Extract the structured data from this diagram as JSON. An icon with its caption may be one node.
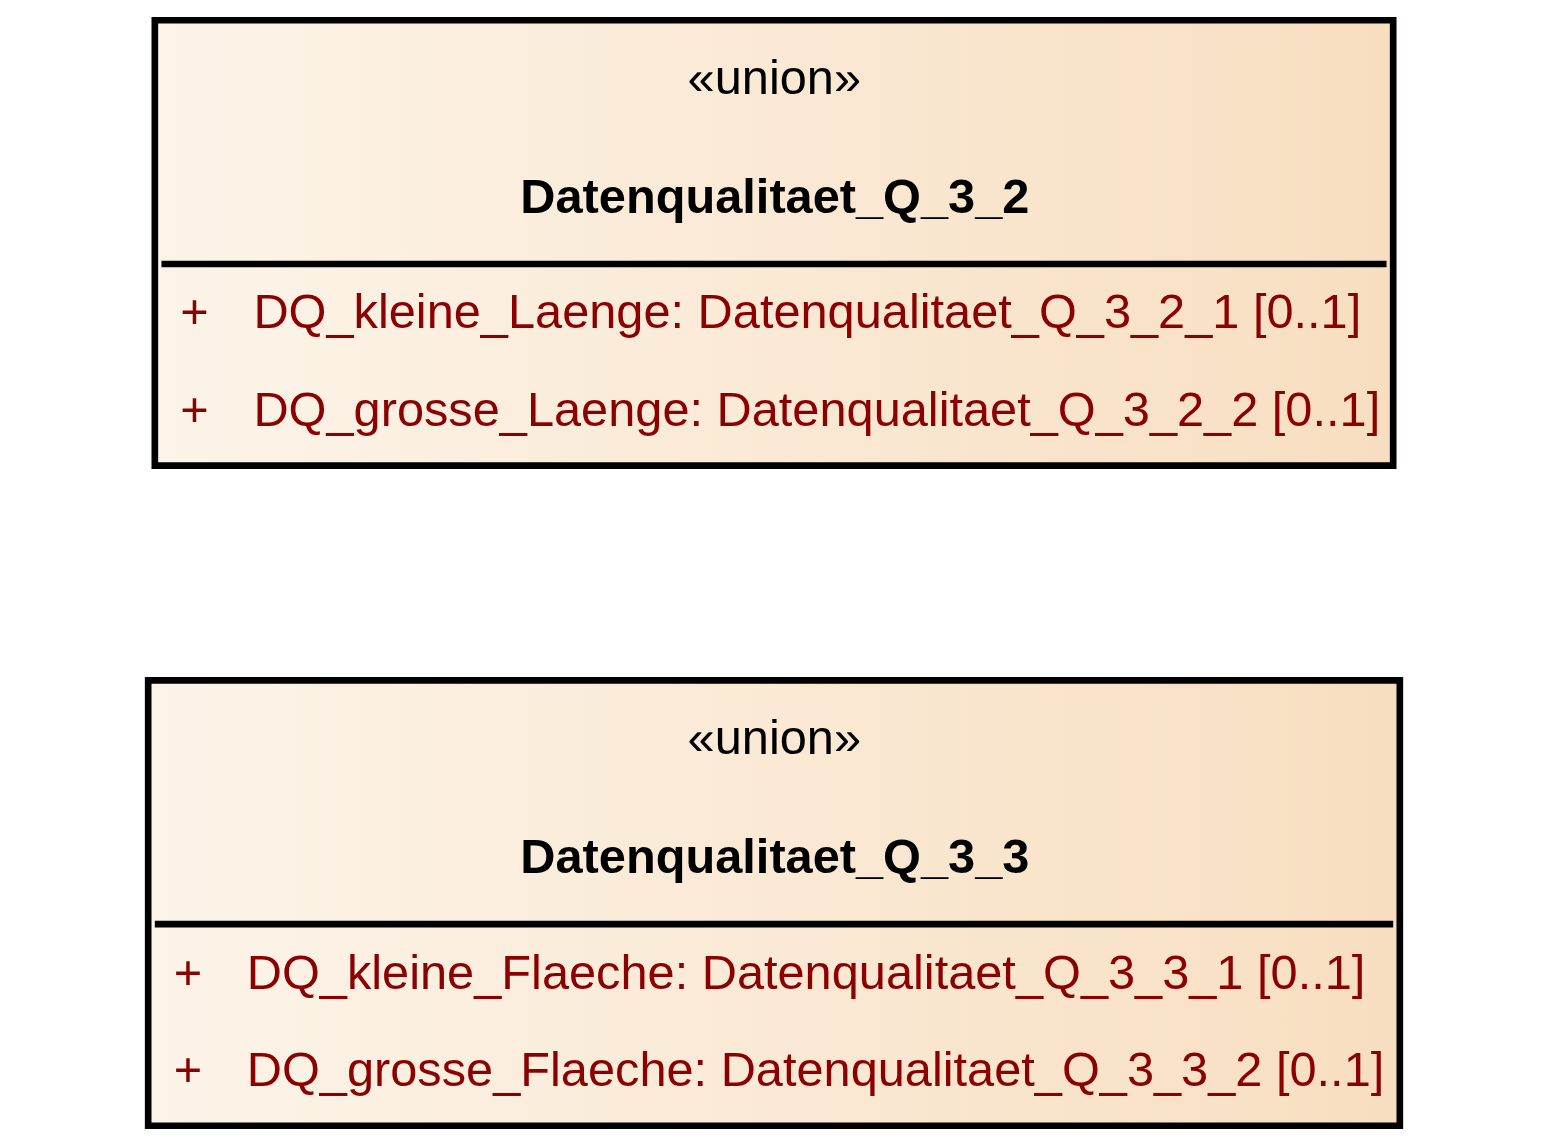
{
  "diagram": {
    "nodes": [
      {
        "text": [
          "«union»",
          "Datenqualitaet_Q_3_2",
          "+",
          "DQ_kleine_Laenge: Datenqualitaet_Q_3_2_1 [0..1]",
          "+",
          "DQ_grosse_Laenge: Datenqualitaet_Q_3_2_2 [0..1]"
        ]
      },
      {
        "text": [
          "«union»",
          "Datenqualitaet_Q_3_3",
          "+",
          "DQ_kleine_Flaeche: Datenqualitaet_Q_3_3_1 [0..1]",
          "+",
          "DQ_grosse_Flaeche: Datenqualitaet_Q_3_3_2 [0..1]"
        ]
      }
    ]
  }
}
